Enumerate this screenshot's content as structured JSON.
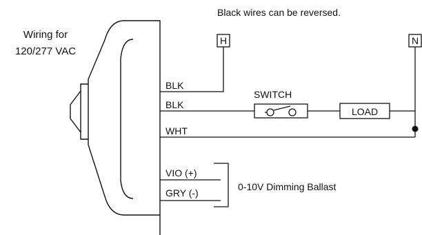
{
  "note": "Black wires can be reversed.",
  "title": {
    "line1": "Wiring for",
    "line2": "120/277 VAC"
  },
  "terminals": {
    "hot": "H",
    "neutral": "N"
  },
  "wires": {
    "black_1": "BLK",
    "black_2": "BLK",
    "white": "WHT",
    "violet": "VIO (+)",
    "gray": "GRY (-)"
  },
  "components": {
    "switch": "SWITCH",
    "load": "LOAD",
    "ballast": "0-10V Dimming Ballast"
  }
}
